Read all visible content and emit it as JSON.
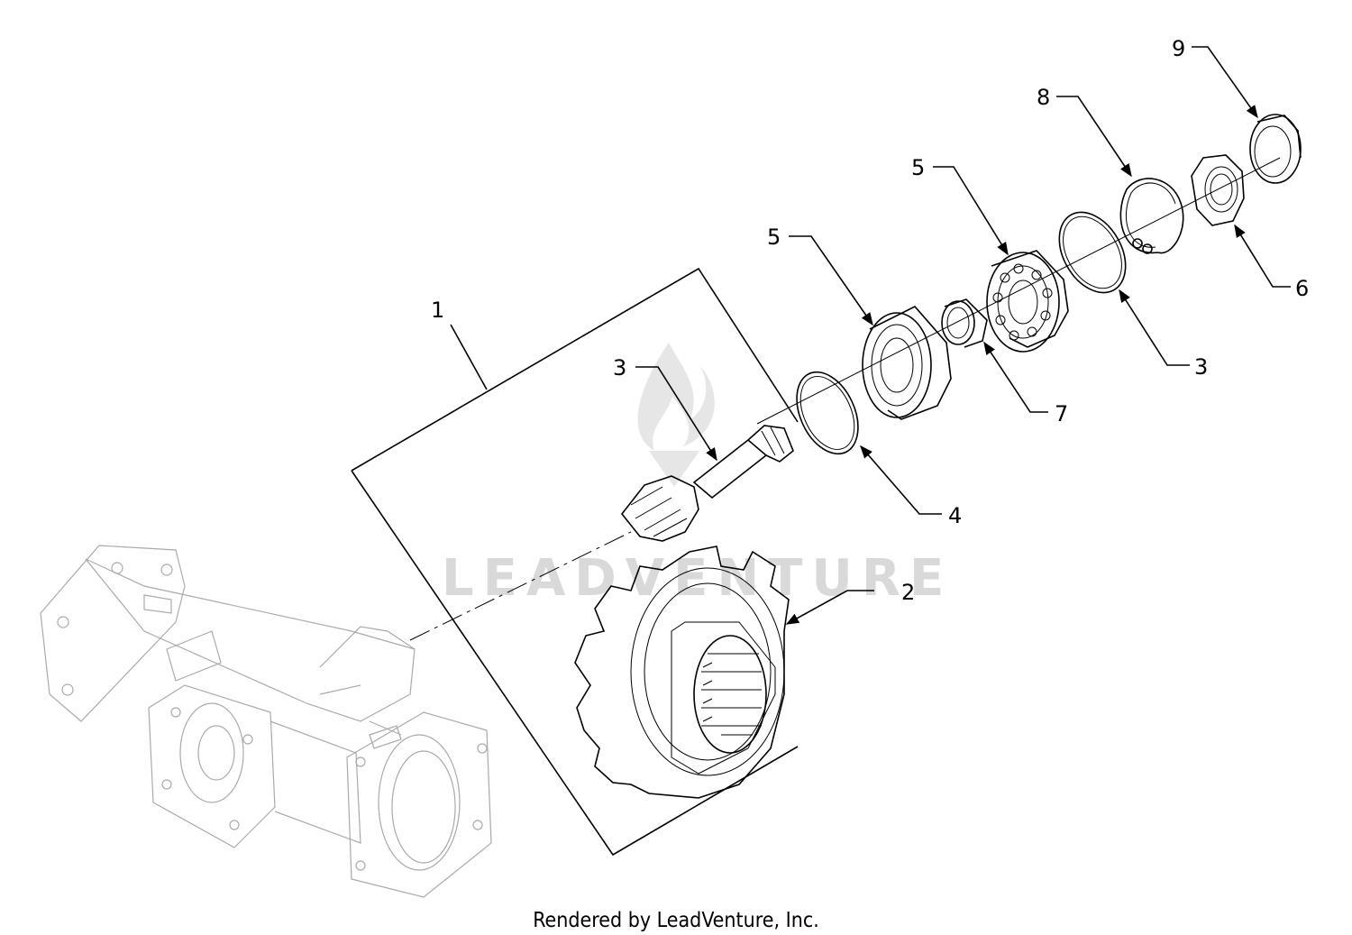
{
  "callouts": {
    "c1": "1",
    "c2": "2",
    "c3a": "3",
    "c3b": "3",
    "c4": "4",
    "c5a": "5",
    "c5b": "5",
    "c6": "6",
    "c7": "7",
    "c8": "8",
    "c9": "9"
  },
  "watermark": "LEADVENTURE",
  "footer": "Rendered by LeadVenture, Inc.",
  "colors": {
    "ink": "#000000",
    "ghost": "#aaaaaa",
    "watermark": "#d9d9d9"
  }
}
